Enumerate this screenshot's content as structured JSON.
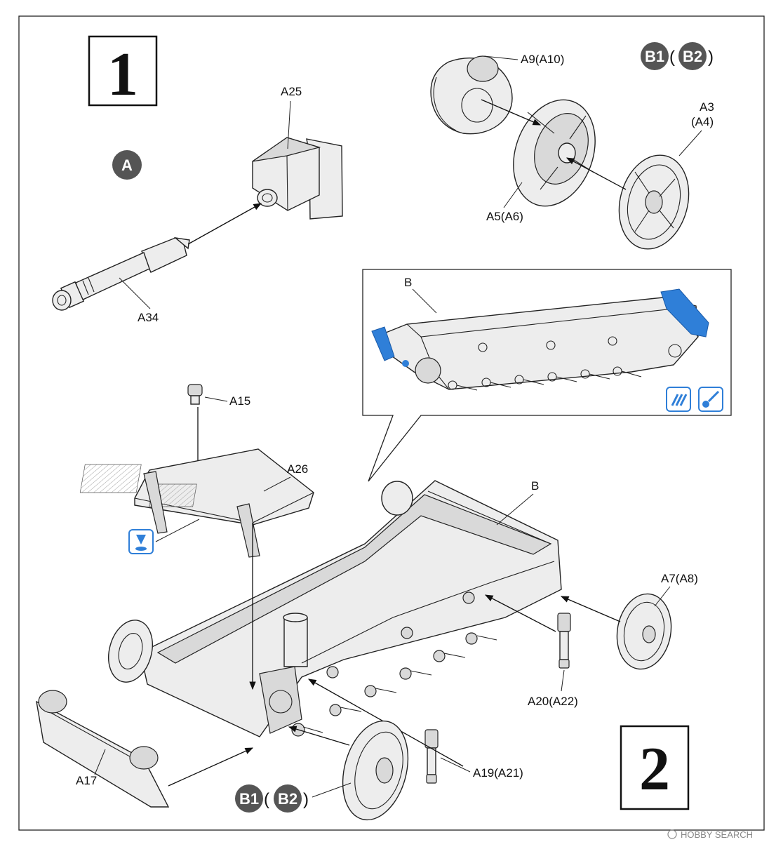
{
  "step": {
    "number": "1",
    "next_number": "2"
  },
  "badges": {
    "sub_assembly": "A",
    "top_right_main": "B1",
    "top_right_alt": "B2",
    "bottom_main": "B1",
    "bottom_alt": "B2",
    "paren_open": "(",
    "paren_close": ")"
  },
  "labels": {
    "a25": "A25",
    "a34": "A34",
    "a9": "A9(A10)",
    "a3_top": "A3",
    "a3_bottom": "(A4)",
    "a5": "A5(A6)",
    "b_inset": "B",
    "a15": "A15",
    "a26": "A26",
    "b_main": "B",
    "a7": "A7(A8)",
    "a20": "A20(A22)",
    "a19": "A19(A21)",
    "a17": "A17"
  },
  "watermark": "HOBBY SEARCH",
  "colors": {
    "highlight": "#2f7fd8",
    "badge": "#555555",
    "outline": "#222222"
  },
  "icons": [
    "cement-icon",
    "paint-brush-icon",
    "glue-drop-icon",
    "copyright-icon"
  ]
}
